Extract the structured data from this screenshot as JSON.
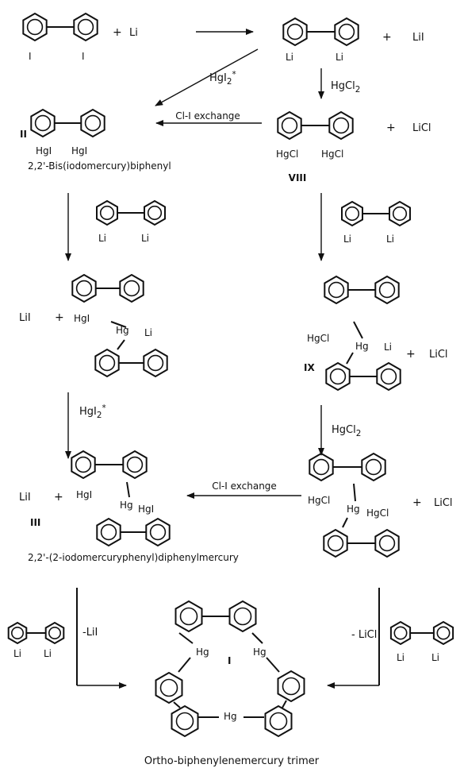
{
  "reagents": {
    "li": "Li",
    "lii": "LiI",
    "licl": "LiCl",
    "hgcl2": "HgCl2",
    "hgi2_star": "HgI2*",
    "plus": "+",
    "minus_lii": "-LiI",
    "minus_licl": "- LiCl"
  },
  "atoms": {
    "i": "I",
    "li": "Li",
    "hg": "Hg",
    "hgi": "HgI",
    "hgcl": "HgCl"
  },
  "arrows": {
    "cl_i_exchange": "Cl-I exchange"
  },
  "compounds": {
    "II": {
      "label": "II",
      "name": "2,2'-Bis(iodomercury)biphenyl"
    },
    "VIII": {
      "label": "VIII"
    },
    "IX": {
      "label": "IX"
    },
    "III": {
      "label": "III",
      "name": "2,2'-(2-iodomercuryphenyl)diphenylmercury"
    },
    "I": {
      "label": "I",
      "name": "Ortho-biphenylenemercury trimer"
    }
  }
}
